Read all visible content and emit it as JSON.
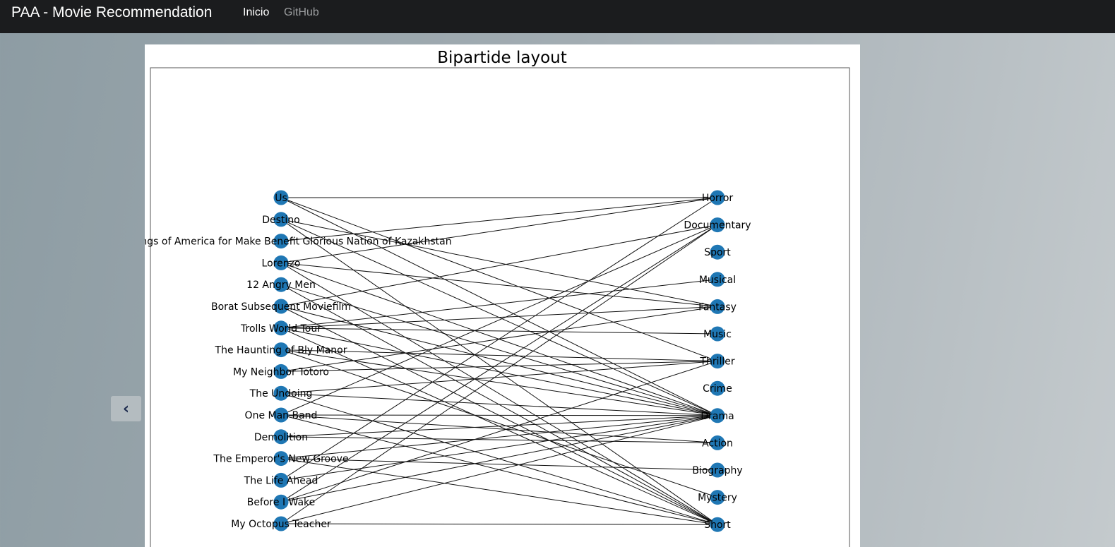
{
  "navbar": {
    "brand": "PAA - Movie Recommendation",
    "links": [
      {
        "label": "Inicio",
        "active": true
      },
      {
        "label": "GitHub",
        "active": false
      }
    ]
  },
  "carousel": {
    "prev_icon": "‹"
  },
  "figure": {
    "title": "Bipartide layout",
    "movies": [
      "Us",
      "Destino",
      "Learnings of America for Make Benefit Glorious Nation of Kazakhstan",
      "Lorenzo",
      "12 Angry Men",
      "Borat Subsequent Moviefilm",
      "Trolls World Tour",
      "The Haunting of Bly Manor",
      "My Neighbor Totoro",
      "The Undoing",
      "One Man Band",
      "Demolition",
      "The Emperor's New Groove",
      "The Life Ahead",
      "Before I Wake",
      "My Octopus Teacher"
    ],
    "genres": [
      "Horror",
      "Documentary",
      "Sport",
      "Musical",
      "Fantasy",
      "Music",
      "Thriller",
      "Crime",
      "Drama",
      "Action",
      "Biography",
      "Mystery",
      "Short"
    ],
    "node_color": "#1f77b4",
    "edges": [
      [
        0,
        0
      ],
      [
        0,
        6
      ],
      [
        0,
        8
      ],
      [
        1,
        4
      ],
      [
        1,
        8
      ],
      [
        1,
        12
      ],
      [
        2,
        0
      ],
      [
        3,
        0
      ],
      [
        3,
        4
      ],
      [
        3,
        8
      ],
      [
        3,
        12
      ],
      [
        4,
        8
      ],
      [
        4,
        12
      ],
      [
        5,
        1
      ],
      [
        5,
        8
      ],
      [
        5,
        12
      ],
      [
        6,
        3
      ],
      [
        6,
        4
      ],
      [
        6,
        5
      ],
      [
        6,
        8
      ],
      [
        6,
        12
      ],
      [
        7,
        6
      ],
      [
        7,
        8
      ],
      [
        7,
        11
      ],
      [
        8,
        4
      ],
      [
        8,
        6
      ],
      [
        9,
        6
      ],
      [
        9,
        8
      ],
      [
        9,
        12
      ],
      [
        10,
        1
      ],
      [
        10,
        8
      ],
      [
        10,
        9
      ],
      [
        10,
        12
      ],
      [
        11,
        8
      ],
      [
        11,
        9
      ],
      [
        12,
        8
      ],
      [
        12,
        10
      ],
      [
        12,
        12
      ],
      [
        13,
        0
      ],
      [
        13,
        8
      ],
      [
        14,
        1
      ],
      [
        14,
        6
      ],
      [
        14,
        8
      ],
      [
        15,
        1
      ],
      [
        15,
        8
      ],
      [
        15,
        12
      ]
    ]
  }
}
